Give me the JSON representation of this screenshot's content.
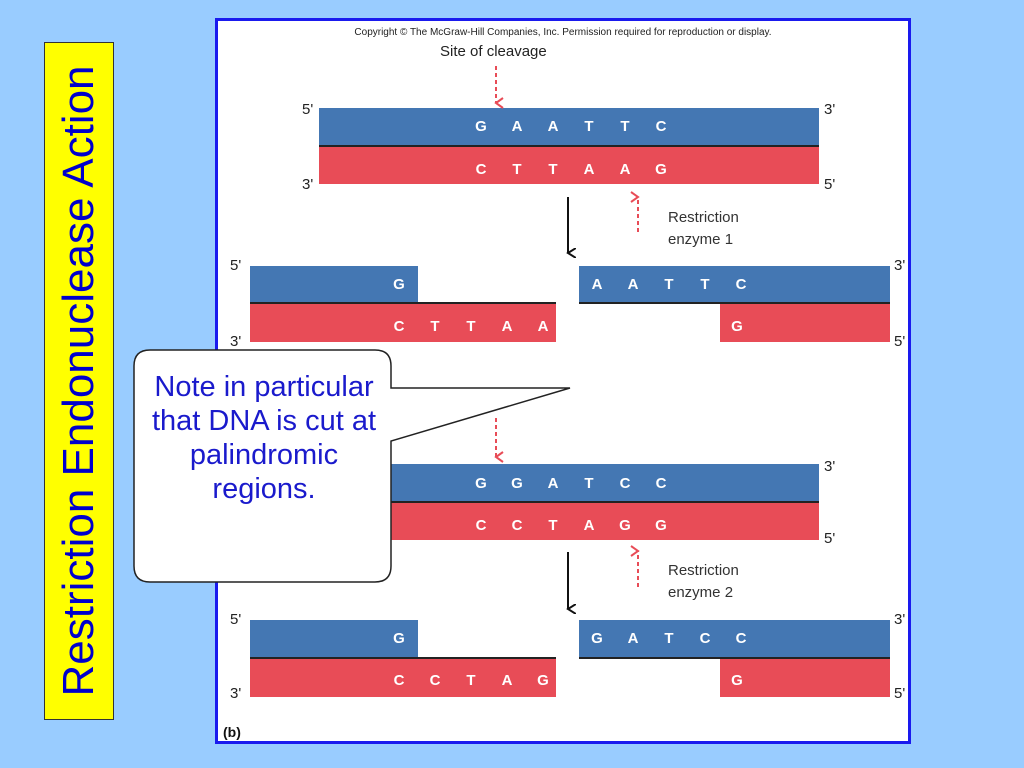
{
  "title": "Restriction Endonuclease Action",
  "copyright": "Copyright © The McGraw-Hill Companies, Inc. Permission required for reproduction or display.",
  "site_label": "Site of cleavage",
  "prime5": "5'",
  "prime3": "3'",
  "enzyme1": {
    "line1": "Restriction",
    "line2": "enzyme 1"
  },
  "enzyme2": {
    "line1": "Restriction",
    "line2": "enzyme 2"
  },
  "seq": {
    "a_top": [
      "G",
      "A",
      "A",
      "T",
      "T",
      "C"
    ],
    "a_bottom": [
      "C",
      "T",
      "T",
      "A",
      "A",
      "G"
    ],
    "a_cut_left_top": [
      "G"
    ],
    "a_cut_left_bottom": [
      "C",
      "T",
      "T",
      "A",
      "A"
    ],
    "a_cut_right_top": [
      "A",
      "A",
      "T",
      "T",
      "C"
    ],
    "a_cut_right_bottom": [
      "G"
    ],
    "b_top": [
      "G",
      "G",
      "A",
      "T",
      "C",
      "C"
    ],
    "b_bottom": [
      "C",
      "C",
      "T",
      "A",
      "G",
      "G"
    ],
    "b_cut_left_top": [
      "G"
    ],
    "b_cut_left_bottom": [
      "C",
      "C",
      "T",
      "A",
      "G"
    ],
    "b_cut_right_top": [
      "G",
      "A",
      "T",
      "C",
      "C"
    ],
    "b_cut_right_bottom": [
      "G"
    ]
  },
  "callout": "Note in particular that DNA is cut at palindromic regions.",
  "panel_label": "(b)",
  "colors": {
    "background": "#99ccff",
    "title_box": "#ffff00",
    "title_text": "#0000cc",
    "strand_top": "#4477b3",
    "strand_bottom": "#e84c57",
    "frame": "#1a1aee",
    "arrow": "#e84c57",
    "callout_text": "#1a1acc"
  }
}
